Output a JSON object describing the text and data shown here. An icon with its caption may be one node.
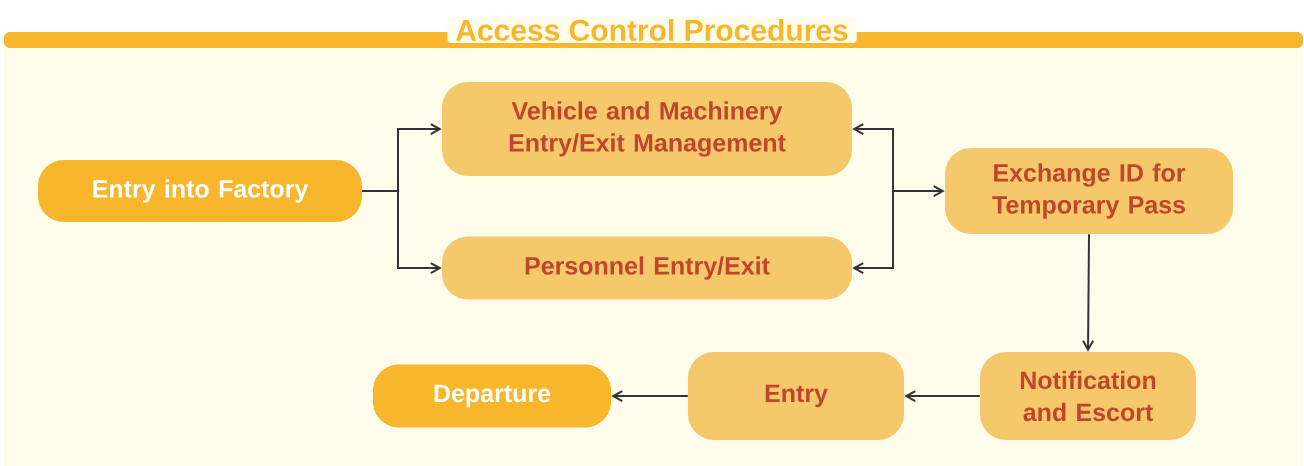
{
  "diagram": {
    "title": "Access Control Procedures",
    "nodes": [
      {
        "text": [
          "Entry into Factory"
        ]
      },
      {
        "text": [
          "Vehicle and Machinery Entry/Exit Management"
        ]
      },
      {
        "text": [
          "Personnel Entry/Exit"
        ]
      },
      {
        "text": [
          "Exchange ID for Temporary Pass"
        ]
      },
      {
        "text": [
          "Notification and Escort"
        ]
      },
      {
        "text": [
          "Entry"
        ]
      },
      {
        "text": [
          "Departure"
        ]
      }
    ],
    "edges": [
      {
        "from": 0,
        "to": 1,
        "arrow": "to"
      },
      {
        "from": 0,
        "to": 2,
        "arrow": "to"
      },
      {
        "from": 1,
        "to": 3,
        "arrow": "both"
      },
      {
        "from": 2,
        "to": 3,
        "arrow": "both"
      },
      {
        "from": 3,
        "to": 4,
        "arrow": "to"
      },
      {
        "from": 4,
        "to": 5,
        "arrow": "to"
      },
      {
        "from": 5,
        "to": 6,
        "arrow": "to"
      }
    ]
  }
}
